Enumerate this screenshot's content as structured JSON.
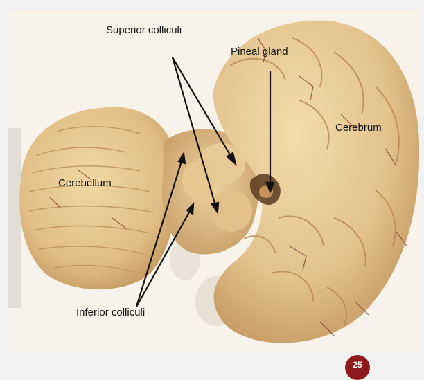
{
  "figure": {
    "labels": {
      "superior_colliculi": "Superior colliculi",
      "pineal_gland": "Pineal gland",
      "cerebrum": "Cerebrum",
      "cerebellum": "Cerebellum",
      "inferior_colliculi": "Inferior colliculi"
    }
  },
  "footer": {
    "page_number": "25"
  },
  "colors": {
    "background": "#f1f1f1",
    "tissue": "#e8c890",
    "tissue_shadow": "#b98a52",
    "vessel": "#7a3a28",
    "badge": "#8c1a1d"
  }
}
